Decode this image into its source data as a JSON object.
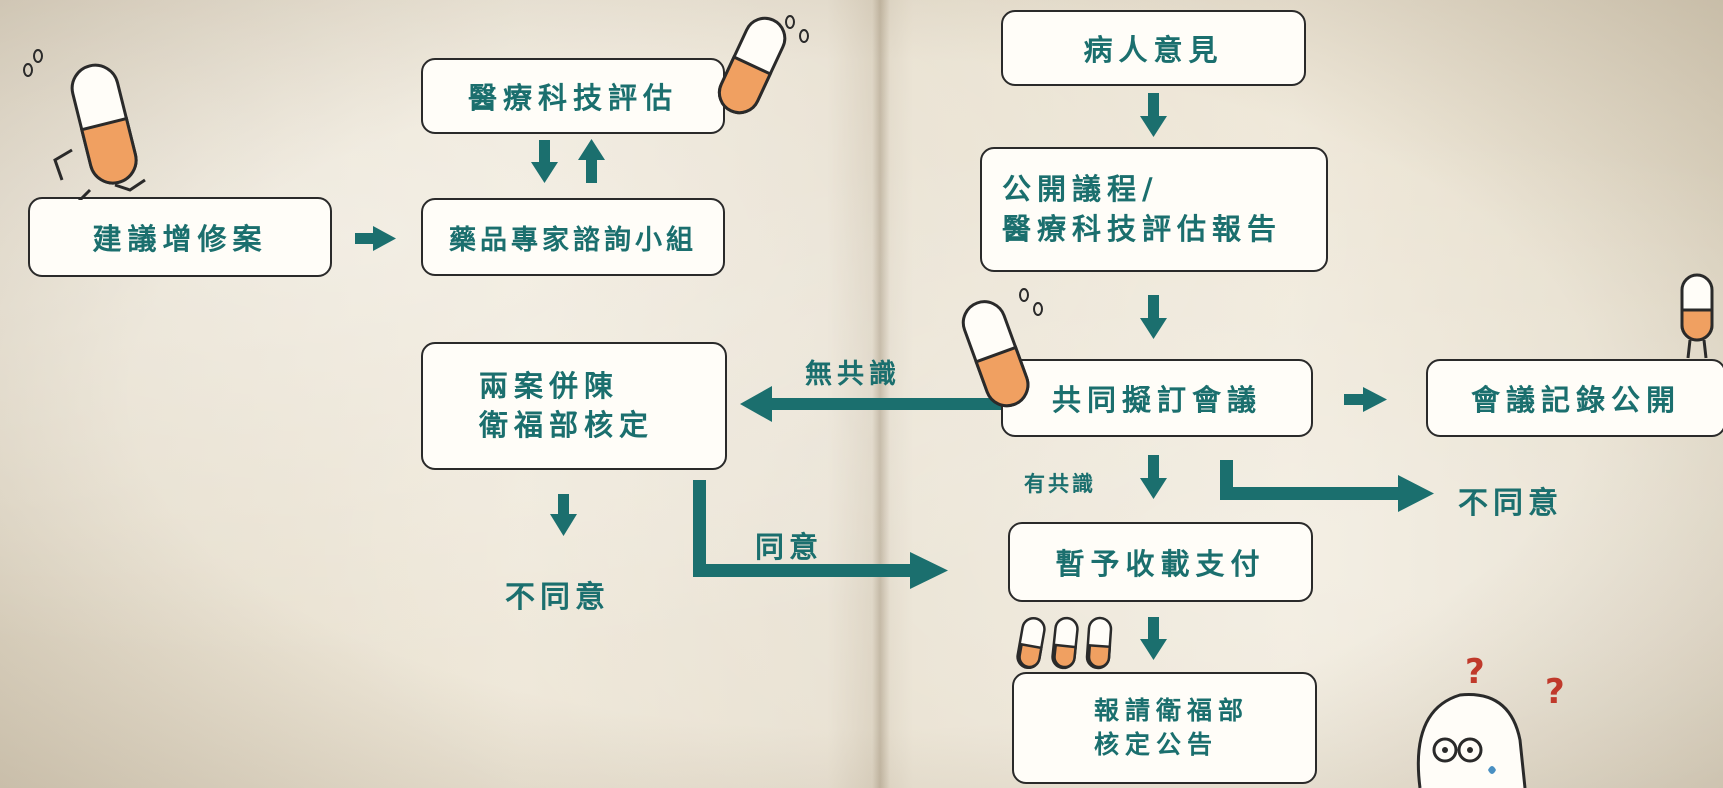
{
  "boxes": {
    "suggest": "建議增修案",
    "hta_top": "醫療科技評估",
    "expert": "藥品專家諮詢小組",
    "dual_l1": "兩案併陳",
    "dual_l2": "衛福部核定",
    "patient": "病人意見",
    "public_l1": "公開議程/",
    "public_l2": "醫療科技評估報告",
    "meeting": "共同擬訂會議",
    "record": "會議記錄公開",
    "pay": "暫予收載支付",
    "report_l1": "報請衛福部",
    "report_l2": "核定公告"
  },
  "labels": {
    "no_consensus": "無共識",
    "consensus": "有共識",
    "agree": "同意",
    "disagree_left": "不同意",
    "disagree_right": "不同意"
  },
  "decor": {
    "marks": [
      "?",
      "?"
    ]
  },
  "colors": {
    "teal": "#1b6f6e",
    "orange": "#f0a061",
    "question": "#c0392b",
    "box_border": "#2a2a2a"
  }
}
